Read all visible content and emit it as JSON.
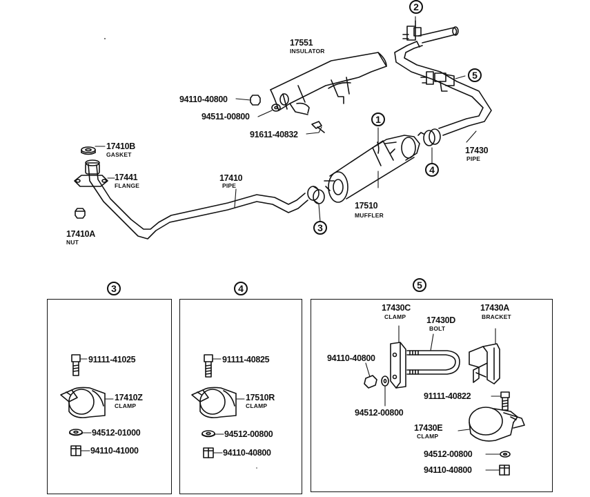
{
  "callouts": {
    "c1": "1",
    "c2": "2",
    "c3": "3",
    "c4": "4",
    "c5": "5"
  },
  "main": {
    "insulator": {
      "num": "17551",
      "name": "INSULATOR"
    },
    "nut_94110_40800": "94110-40800",
    "washer_94511_00800": "94511-00800",
    "bolt_91611_40832": "91611-40832",
    "gasket": {
      "num": "17410B",
      "name": "GASKET"
    },
    "flange": {
      "num": "17441",
      "name": "FLANGE"
    },
    "nut_17410a": {
      "num": "17410A",
      "name": "NUT"
    },
    "pipe_17410": {
      "num": "17410",
      "name": "PIPE"
    },
    "muffler": {
      "num": "17510",
      "name": "MUFFLER"
    },
    "pipe_17430": {
      "num": "17430",
      "name": "PIPE"
    }
  },
  "panel3": {
    "bolt": "91111-41025",
    "clamp": {
      "num": "17410Z",
      "name": "CLAMP"
    },
    "washer": "94512-01000",
    "nut": "94110-41000"
  },
  "panel4": {
    "bolt": "91111-40825",
    "clamp": {
      "num": "17510R",
      "name": "CLAMP"
    },
    "washer": "94512-00800",
    "nut": "94110-40800"
  },
  "panel5": {
    "clamp_c": {
      "num": "17430C",
      "name": "CLAMP"
    },
    "bolt_d": {
      "num": "17430D",
      "name": "BOLT"
    },
    "bracket_a": {
      "num": "17430A",
      "name": "BRACKET"
    },
    "nut_left": "94110-40800",
    "washer_left": "94512-00800",
    "bolt_right": "91111-40822",
    "clamp_e": {
      "num": "17430E",
      "name": "CLAMP"
    },
    "washer_right": "94512-00800",
    "nut_right": "94110-40800"
  }
}
